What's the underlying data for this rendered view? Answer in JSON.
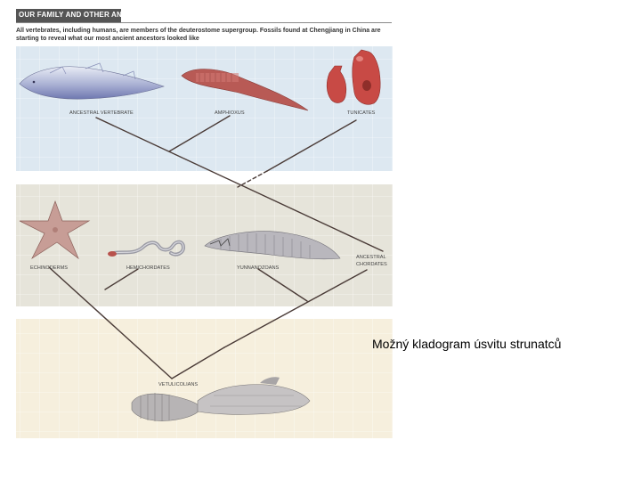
{
  "header": {
    "title": "OUR FAMILY AND OTHER ANIMALS",
    "intro": "All vertebrates, including humans, are members of the deuterostome supergroup. Fossils found at Chengjiang in China are starting to reveal what our most ancient ancestors looked like"
  },
  "labels": {
    "ancestral_vertebrate": "ANCESTRAL VERTEBRATE",
    "amphioxus": "AMPHIOXUS",
    "tunicates": "TUNICATES",
    "echinoderms": "ECHINODERMS",
    "hemichordates": "HEMICHORDATES",
    "yunnanozoans": "YUNNANOZOANS",
    "ancestral_chordates_1": "ANCESTRAL",
    "ancestral_chordates_2": "CHORDATES",
    "vetulicolians": "VETULICOLIANS"
  },
  "caption": "Možný kladogram úsvitu strunatců",
  "colors": {
    "panel_top": "#dde8f1",
    "panel_mid": "#e6e4da",
    "panel_bottom": "#f6efdd",
    "grid": "#ffffff",
    "tree_line": "#4a3b37",
    "vertebrate": "#b0b6d6",
    "amphioxus": "#b85a55",
    "tunicate": "#c84a45",
    "starfish": "#c79d96",
    "worm": "#9a9aa4",
    "yunnanozoan": "#b9b7bd",
    "vetulicolian": "#b7b4b5"
  }
}
